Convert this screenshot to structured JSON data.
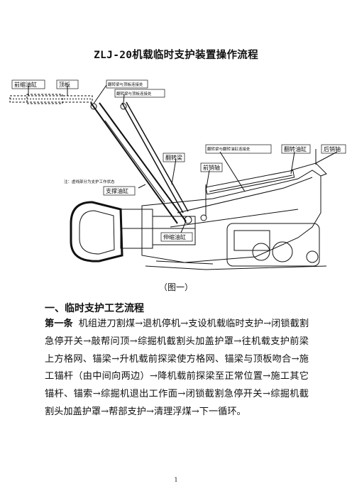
{
  "title": "ZLJ-20机载临时支护装置操作流程",
  "figure": {
    "labels": {
      "front_cylinder": "前缩油缸",
      "top_plate": "顶板",
      "flip_beam_top_joint_1": "翻转梁与顶板连接处",
      "flip_beam_top_joint_2": "翻转梁与顶板连接处",
      "flip_beam": "翻转梁",
      "flip_beam_cylinder_joint": "翻转梁与翻转油缸连接处",
      "flip_cylinder": "翻转油缸",
      "rear_pin": "后销轴",
      "front_pin": "前销轴",
      "note": "注：虚线部分为支护工作状态",
      "support_cylinder": "支撑油缸",
      "telescopic_cylinder": "伸缩油缸"
    },
    "caption": "（图一）"
  },
  "section": {
    "heading": "一、临时支护工艺流程",
    "article_label": "第一条",
    "article_text": "机组进刀割煤→退机停机→支设机载临时支护→闭锁截割急停开关→敲帮问顶→综掘机截割头加盖护罩→往机载支护前梁上方格网、锚梁→升机载前探梁使方格网、锚梁与顶板吻合→施工锚杆（由中间向两边）→降机载前探梁至正常位置→施工其它锚杆、锚索→综掘机退出工作面→闭锁截割急停开关→综掘机截割头加盖护罩→帮部支护→清理浮煤→下一循环。"
  },
  "page_number": "1"
}
